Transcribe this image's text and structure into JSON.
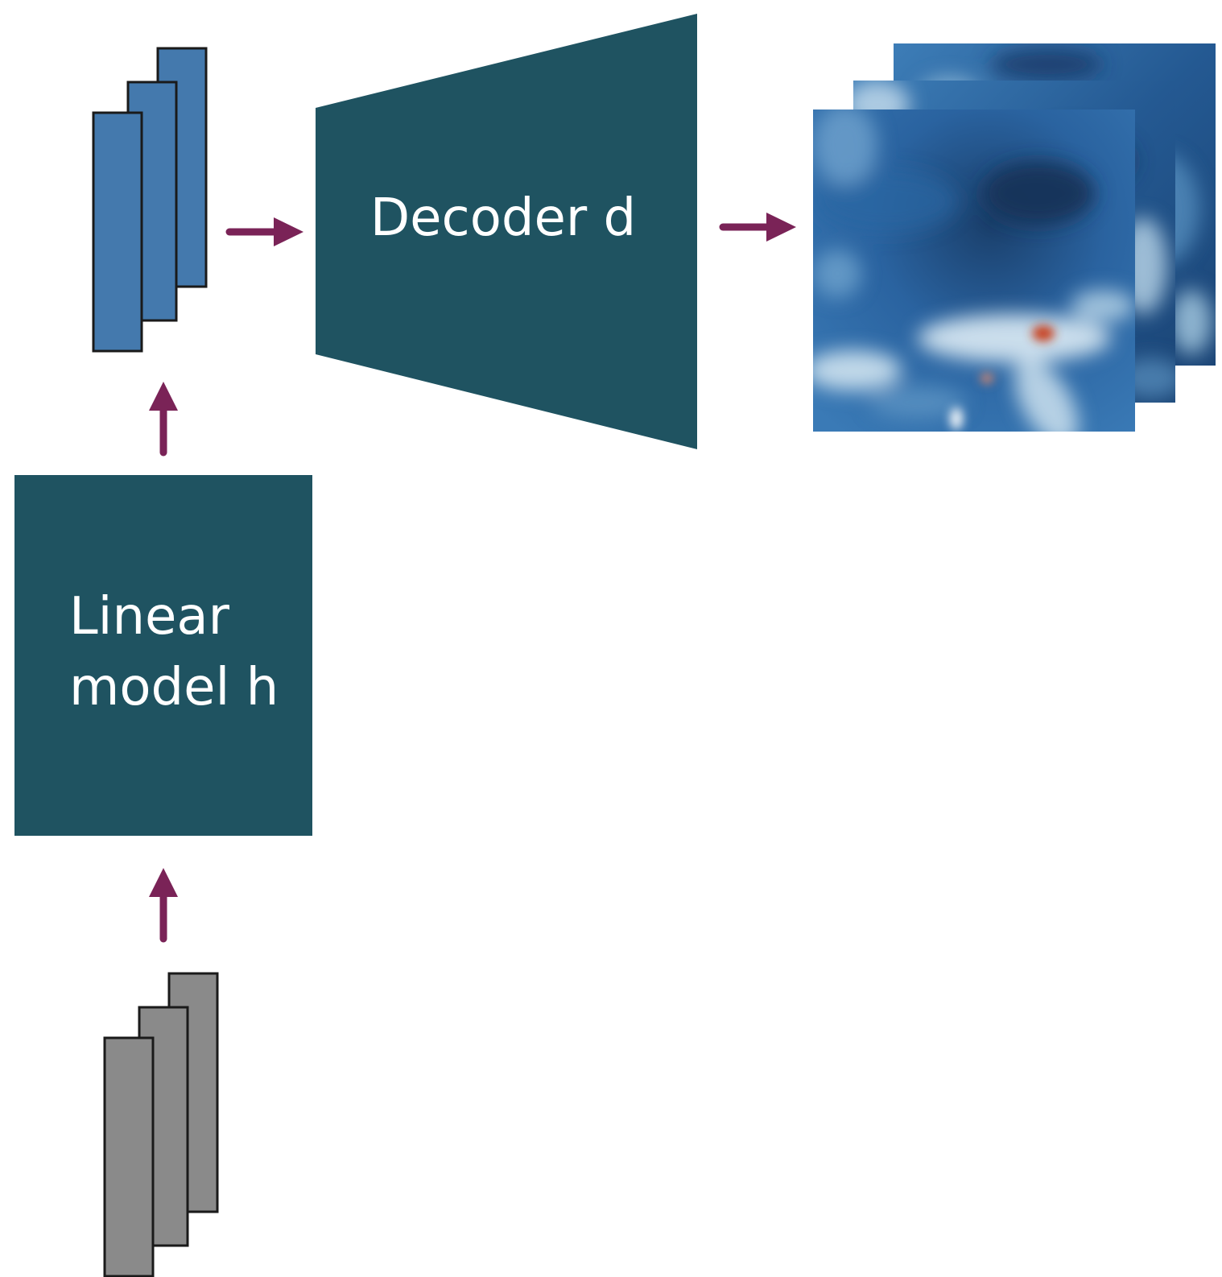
{
  "colors": {
    "block": "#1f5361",
    "arrow": "#7a2357",
    "latent_fill": "#4479ad",
    "input_fill": "#8a8a8a",
    "outline": "#1a1a1a",
    "map_dark": "#163a63",
    "map_mid": "#2f6ca4",
    "map_light": "#cfe3ef",
    "map_hot": "#c8401f",
    "label_text": "#ffffff"
  },
  "blocks": {
    "linear_model": {
      "line1": "Linear",
      "line2": "model h"
    },
    "decoder": {
      "label": "Decoder d"
    }
  },
  "stacks": {
    "latent_count": 3,
    "input_count": 3,
    "output_maps_count": 3
  },
  "icons": {
    "arrow": "arrow-icon",
    "map": "field-map"
  }
}
